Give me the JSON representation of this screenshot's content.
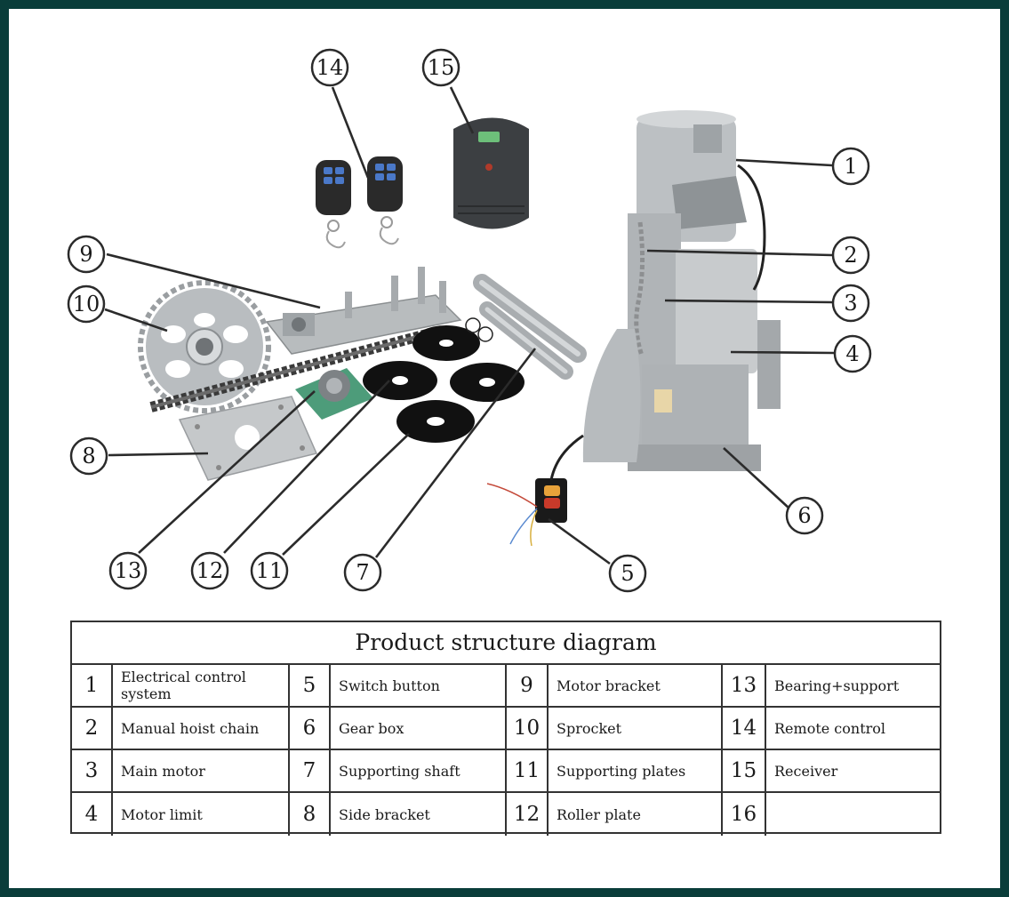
{
  "callouts": [
    {
      "n": "1"
    },
    {
      "n": "2"
    },
    {
      "n": "3"
    },
    {
      "n": "4"
    },
    {
      "n": "5"
    },
    {
      "n": "6"
    },
    {
      "n": "7"
    },
    {
      "n": "8"
    },
    {
      "n": "9"
    },
    {
      "n": "10"
    },
    {
      "n": "11"
    },
    {
      "n": "12"
    },
    {
      "n": "13"
    },
    {
      "n": "14"
    },
    {
      "n": "15"
    }
  ],
  "legend": {
    "title": "Product structure diagram",
    "rows": [
      [
        {
          "n": "1",
          "label": "Electrical control system"
        },
        {
          "n": "5",
          "label": "Switch button"
        },
        {
          "n": "9",
          "label": "Motor bracket"
        },
        {
          "n": "13",
          "label": "Bearing+support"
        }
      ],
      [
        {
          "n": "2",
          "label": "Manual hoist chain"
        },
        {
          "n": "6",
          "label": "Gear box"
        },
        {
          "n": "10",
          "label": "Sprocket"
        },
        {
          "n": "14",
          "label": "Remote control"
        }
      ],
      [
        {
          "n": "3",
          "label": "Main motor"
        },
        {
          "n": "7",
          "label": "Supporting shaft"
        },
        {
          "n": "11",
          "label": "Supporting plates"
        },
        {
          "n": "15",
          "label": "Receiver"
        }
      ],
      [
        {
          "n": "4",
          "label": "Motor limit"
        },
        {
          "n": "8",
          "label": "Side bracket"
        },
        {
          "n": "12",
          "label": "Roller plate"
        },
        {
          "n": "16",
          "label": ""
        }
      ]
    ]
  }
}
